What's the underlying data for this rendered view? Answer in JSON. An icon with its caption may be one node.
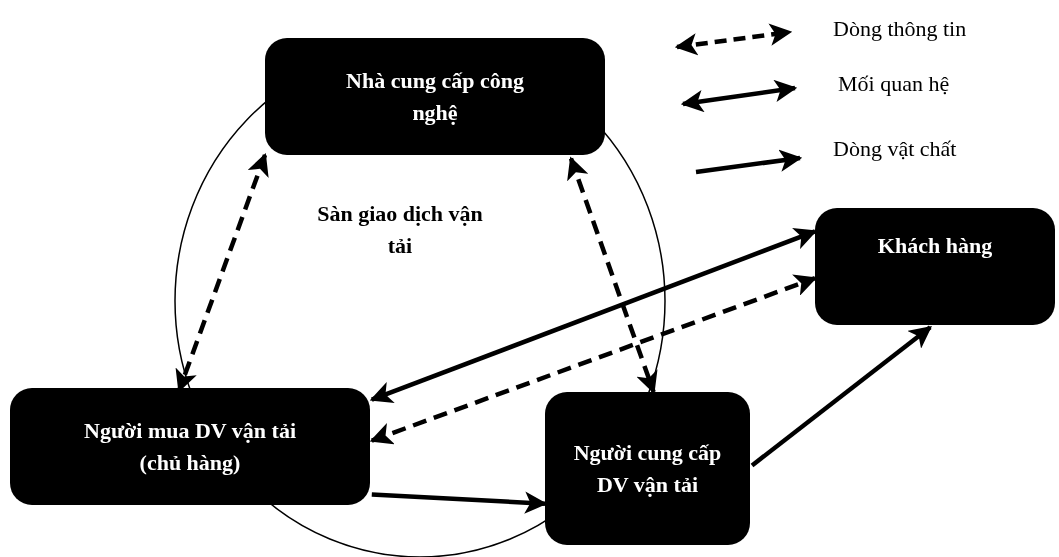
{
  "diagram": {
    "nodes": [
      {
        "text": [
          "Nhà cung cấp công nghệ"
        ]
      },
      {
        "text": [
          "Sàn giao dịch vận tải"
        ]
      },
      {
        "text": [
          "Khách hàng"
        ]
      },
      {
        "text": [
          "Người mua DV vận tải (chủ hàng)"
        ]
      },
      {
        "text": [
          "Người cung cấp DV vận tải"
        ]
      }
    ],
    "edges": [
      {
        "from": 0,
        "to": 3,
        "arrow": "both",
        "style": "dashed"
      },
      {
        "from": 0,
        "to": 4,
        "arrow": "both",
        "style": "dashed"
      },
      {
        "from": 3,
        "to": 2,
        "arrow": "both"
      },
      {
        "from": 3,
        "to": 2,
        "arrow": "both",
        "style": "dashed"
      },
      {
        "from": 3,
        "to": 4,
        "arrow": "to"
      },
      {
        "from": 4,
        "to": 2,
        "arrow": "to"
      }
    ],
    "legend": [
      {
        "text": "Dòng thông tin"
      },
      {
        "text": "Mối quan hệ"
      },
      {
        "text": "Dòng vật chất"
      }
    ]
  }
}
